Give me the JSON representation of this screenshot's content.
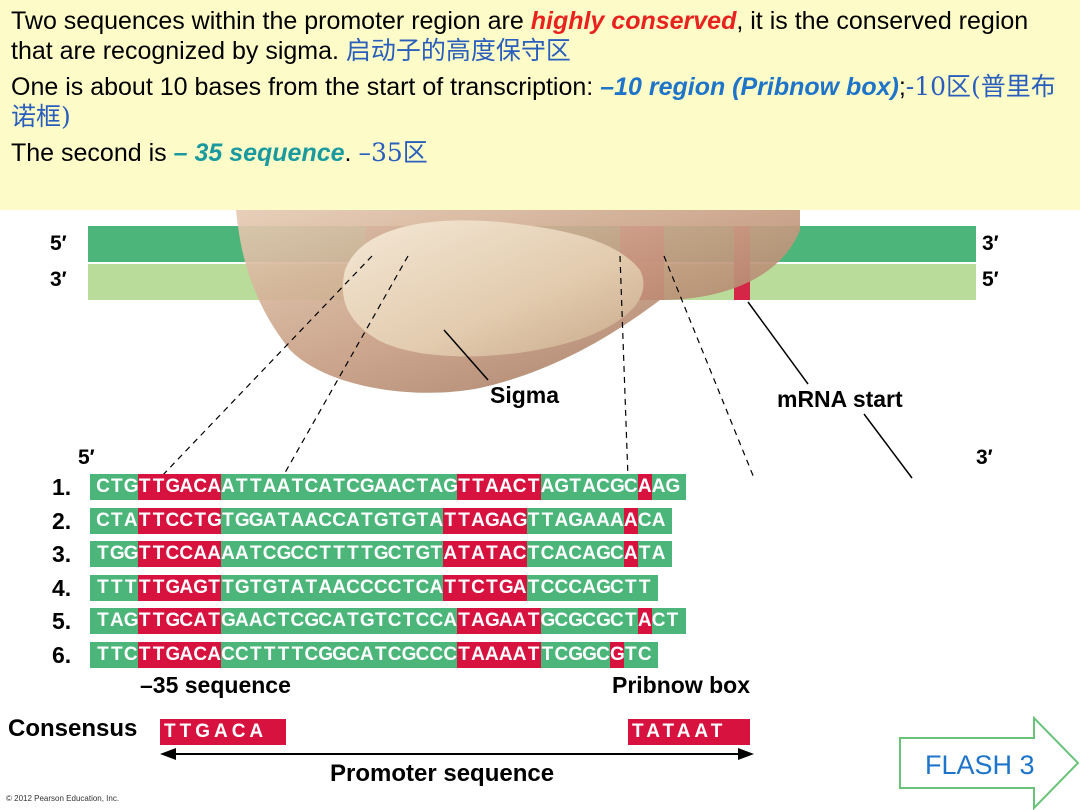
{
  "text_block": {
    "p1_a": "Two sequences within the promoter region are ",
    "p1_em": "highly conserved",
    "p1_b": ", it is the conserved region that are recognized by sigma. ",
    "p1_cn": "启动子的高度保守区",
    "p2_a": "One is about 10 bases from the start of transcription: ",
    "p2_em": "–10 region (Pribnow box)",
    "p2_b": ";",
    "p2_cn": "-10区(普里布诺框)",
    "p3_a": "The second is ",
    "p3_em": "– 35 sequence",
    "p3_b": ". ",
    "p3_cn": "–35区"
  },
  "diagram": {
    "top_left_5": "5′",
    "top_left_3": "3′",
    "top_right_3": "3′",
    "top_right_5": "5′",
    "sigma_label": "Sigma",
    "mrna_label": "mRNA start",
    "seq_left": "5′",
    "seq_right": "3′",
    "rows": [
      {
        "num": "1.",
        "seq": "CTGTTGACAATTAATCATCGAACTAGTTAACTAGTACGCAAG",
        "hl": [
          3,
          4,
          5,
          4,
          6,
          7,
          8,
          26,
          27,
          28,
          29,
          30,
          31,
          39
        ]
      },
      {
        "num": "2.",
        "seq": "CTATTCCTGTGGATAACCATGTGTATTAGAGTTAGAAAACA",
        "hl": [
          3,
          4,
          5,
          6,
          7,
          8,
          25,
          26,
          27,
          28,
          29,
          30,
          38
        ]
      },
      {
        "num": "3.",
        "seq": "TGGTTCCAAAATCGCCTTTTGCTGTATATACTCACAGCATA",
        "hl": [
          3,
          4,
          5,
          6,
          7,
          8,
          25,
          26,
          27,
          28,
          29,
          30,
          38
        ]
      },
      {
        "num": "4.",
        "seq": "TTTTTGAGTTGTGTATAACCCCTCATTCTGATCCCAGCTT",
        "hl": [
          3,
          4,
          5,
          6,
          7,
          8,
          25,
          26,
          27,
          28,
          29,
          30
        ]
      },
      {
        "num": "5.",
        "seq": "TAGTTGCATGAACTCGCATGTCTCCATAGAATGCGCGCTACT",
        "hl": [
          3,
          4,
          5,
          6,
          7,
          8,
          26,
          27,
          28,
          29,
          30,
          31,
          39
        ]
      },
      {
        "num": "6.",
        "seq": "TTCTTGACACCTTTTCGGCATCGCCCTAAAATTCGGCGTC",
        "hl": [
          3,
          4,
          5,
          6,
          7,
          8,
          26,
          27,
          28,
          29,
          30,
          31,
          37
        ]
      }
    ],
    "minus35_label": "–35 sequence",
    "pribnow_label": "Pribnow box",
    "consensus_label": "Consensus",
    "consensus_35": "TTGACA",
    "consensus_10": "TATAAT",
    "promoter_label": "Promoter sequence"
  },
  "flash_button": "FLASH 3",
  "copyright": "© 2012 Pearson Education, Inc.",
  "colors": {
    "green": "#4cb67a",
    "light_green": "#b9dc9a",
    "red": "#d8123f",
    "protein": "#c9a489",
    "flash_border": "#6bc27a"
  }
}
